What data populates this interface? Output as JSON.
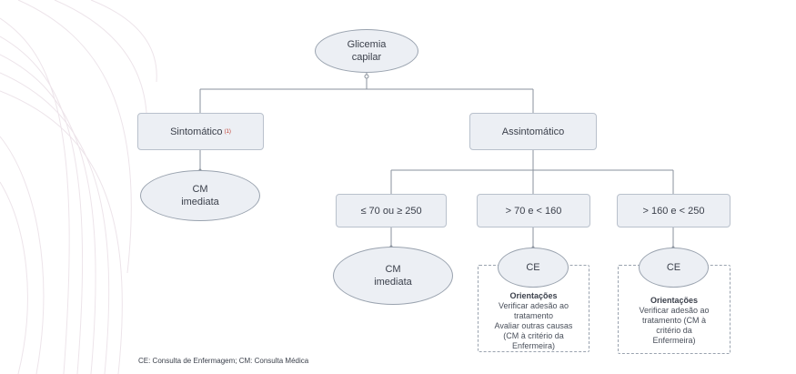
{
  "nodes": {
    "root": "Glicemia\ncapilar",
    "sintomatico": "Sintomático",
    "sintomatico_sup": "(1)",
    "assintomatico": "Assintomático",
    "cm_imediata_1": "CM\nimediata",
    "range_low_high": "≤ 70 ou ≥ 250",
    "range_mid": "> 70 e < 160",
    "range_high": "> 160 e < 250",
    "cm_imediata_2": "CM\nimediata",
    "ce_1": "CE",
    "ce_2": "CE"
  },
  "notes": {
    "mid": {
      "heading": "Orientações",
      "body": "Verificar adesão ao\ntratamento\nAvaliar outras causas\n(CM à critério da\nEnfermeira)"
    },
    "high": {
      "heading": "Orientações",
      "body": "Verificar adesão ao\ntratamento (CM à\ncritério da\nEnfermeira)"
    }
  },
  "footnote": "CE: Consulta de Enfermagem; CM: Consulta Médica",
  "colors": {
    "node_fill": "#eceff4",
    "node_border": "#b9c1cc",
    "connector": "#8a929c",
    "superscript": "#c0392b"
  }
}
